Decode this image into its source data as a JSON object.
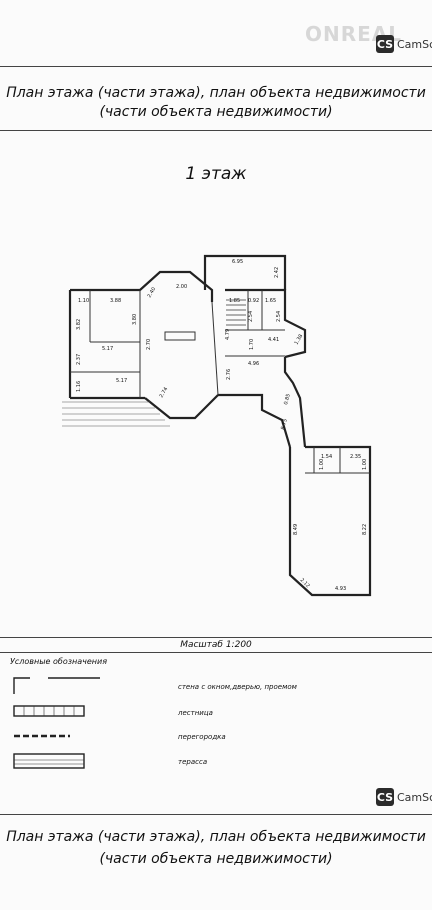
{
  "camscanner": {
    "mark": "CS",
    "text": "CamSc"
  },
  "watermark": "ONREAL",
  "header": {
    "line1": "План этажа (части этажа), план объекта недвижимости",
    "line2": "(части объекта недвижимости)"
  },
  "floor_label": "1 этаж",
  "scale_label": "Масштаб 1:200",
  "legend": {
    "title": "Условные обозначения",
    "items": [
      {
        "label": "стена с окном,дверью, проемом"
      },
      {
        "label": "лестница"
      },
      {
        "label": "перегородка"
      },
      {
        "label": "терасса"
      }
    ]
  },
  "dims": {
    "d_6_95": "6.95",
    "d_2_42": "2.42",
    "d_2_00": "2.00",
    "d_2_40": "2.40",
    "d_1_10": "1.10",
    "d_3_88": "3.88",
    "d_3_82": "3.82",
    "d_3_80": "3.80",
    "d_2_70": "2.70",
    "d_2_37": "2.37",
    "d_5_17a": "5.17",
    "d_5_17b": "5.17",
    "d_1_16": "1.16",
    "d_2_74": "2.74",
    "d_2_76": "2.76",
    "d_4_96": "4.96",
    "d_1_85": "1.85",
    "d_0_92": "0.92",
    "d_1_65": "1.65",
    "d_2_54a": "2.54",
    "d_2_54b": "2.54",
    "d_4_79": "4.79",
    "d_1_70": "1.70",
    "d_4_41": "4.41",
    "d_1_38": "1.38",
    "d_0_85": "0.85",
    "d_8_75": "8.75",
    "d_1_54": "1.54",
    "d_2_35": "2.35",
    "d_1_00a": "1.00",
    "d_1_00b": "1.00",
    "d_8_49": "8.49",
    "d_8_22": "8.22",
    "d_2_12": "2.12",
    "d_4_93": "4.93"
  }
}
